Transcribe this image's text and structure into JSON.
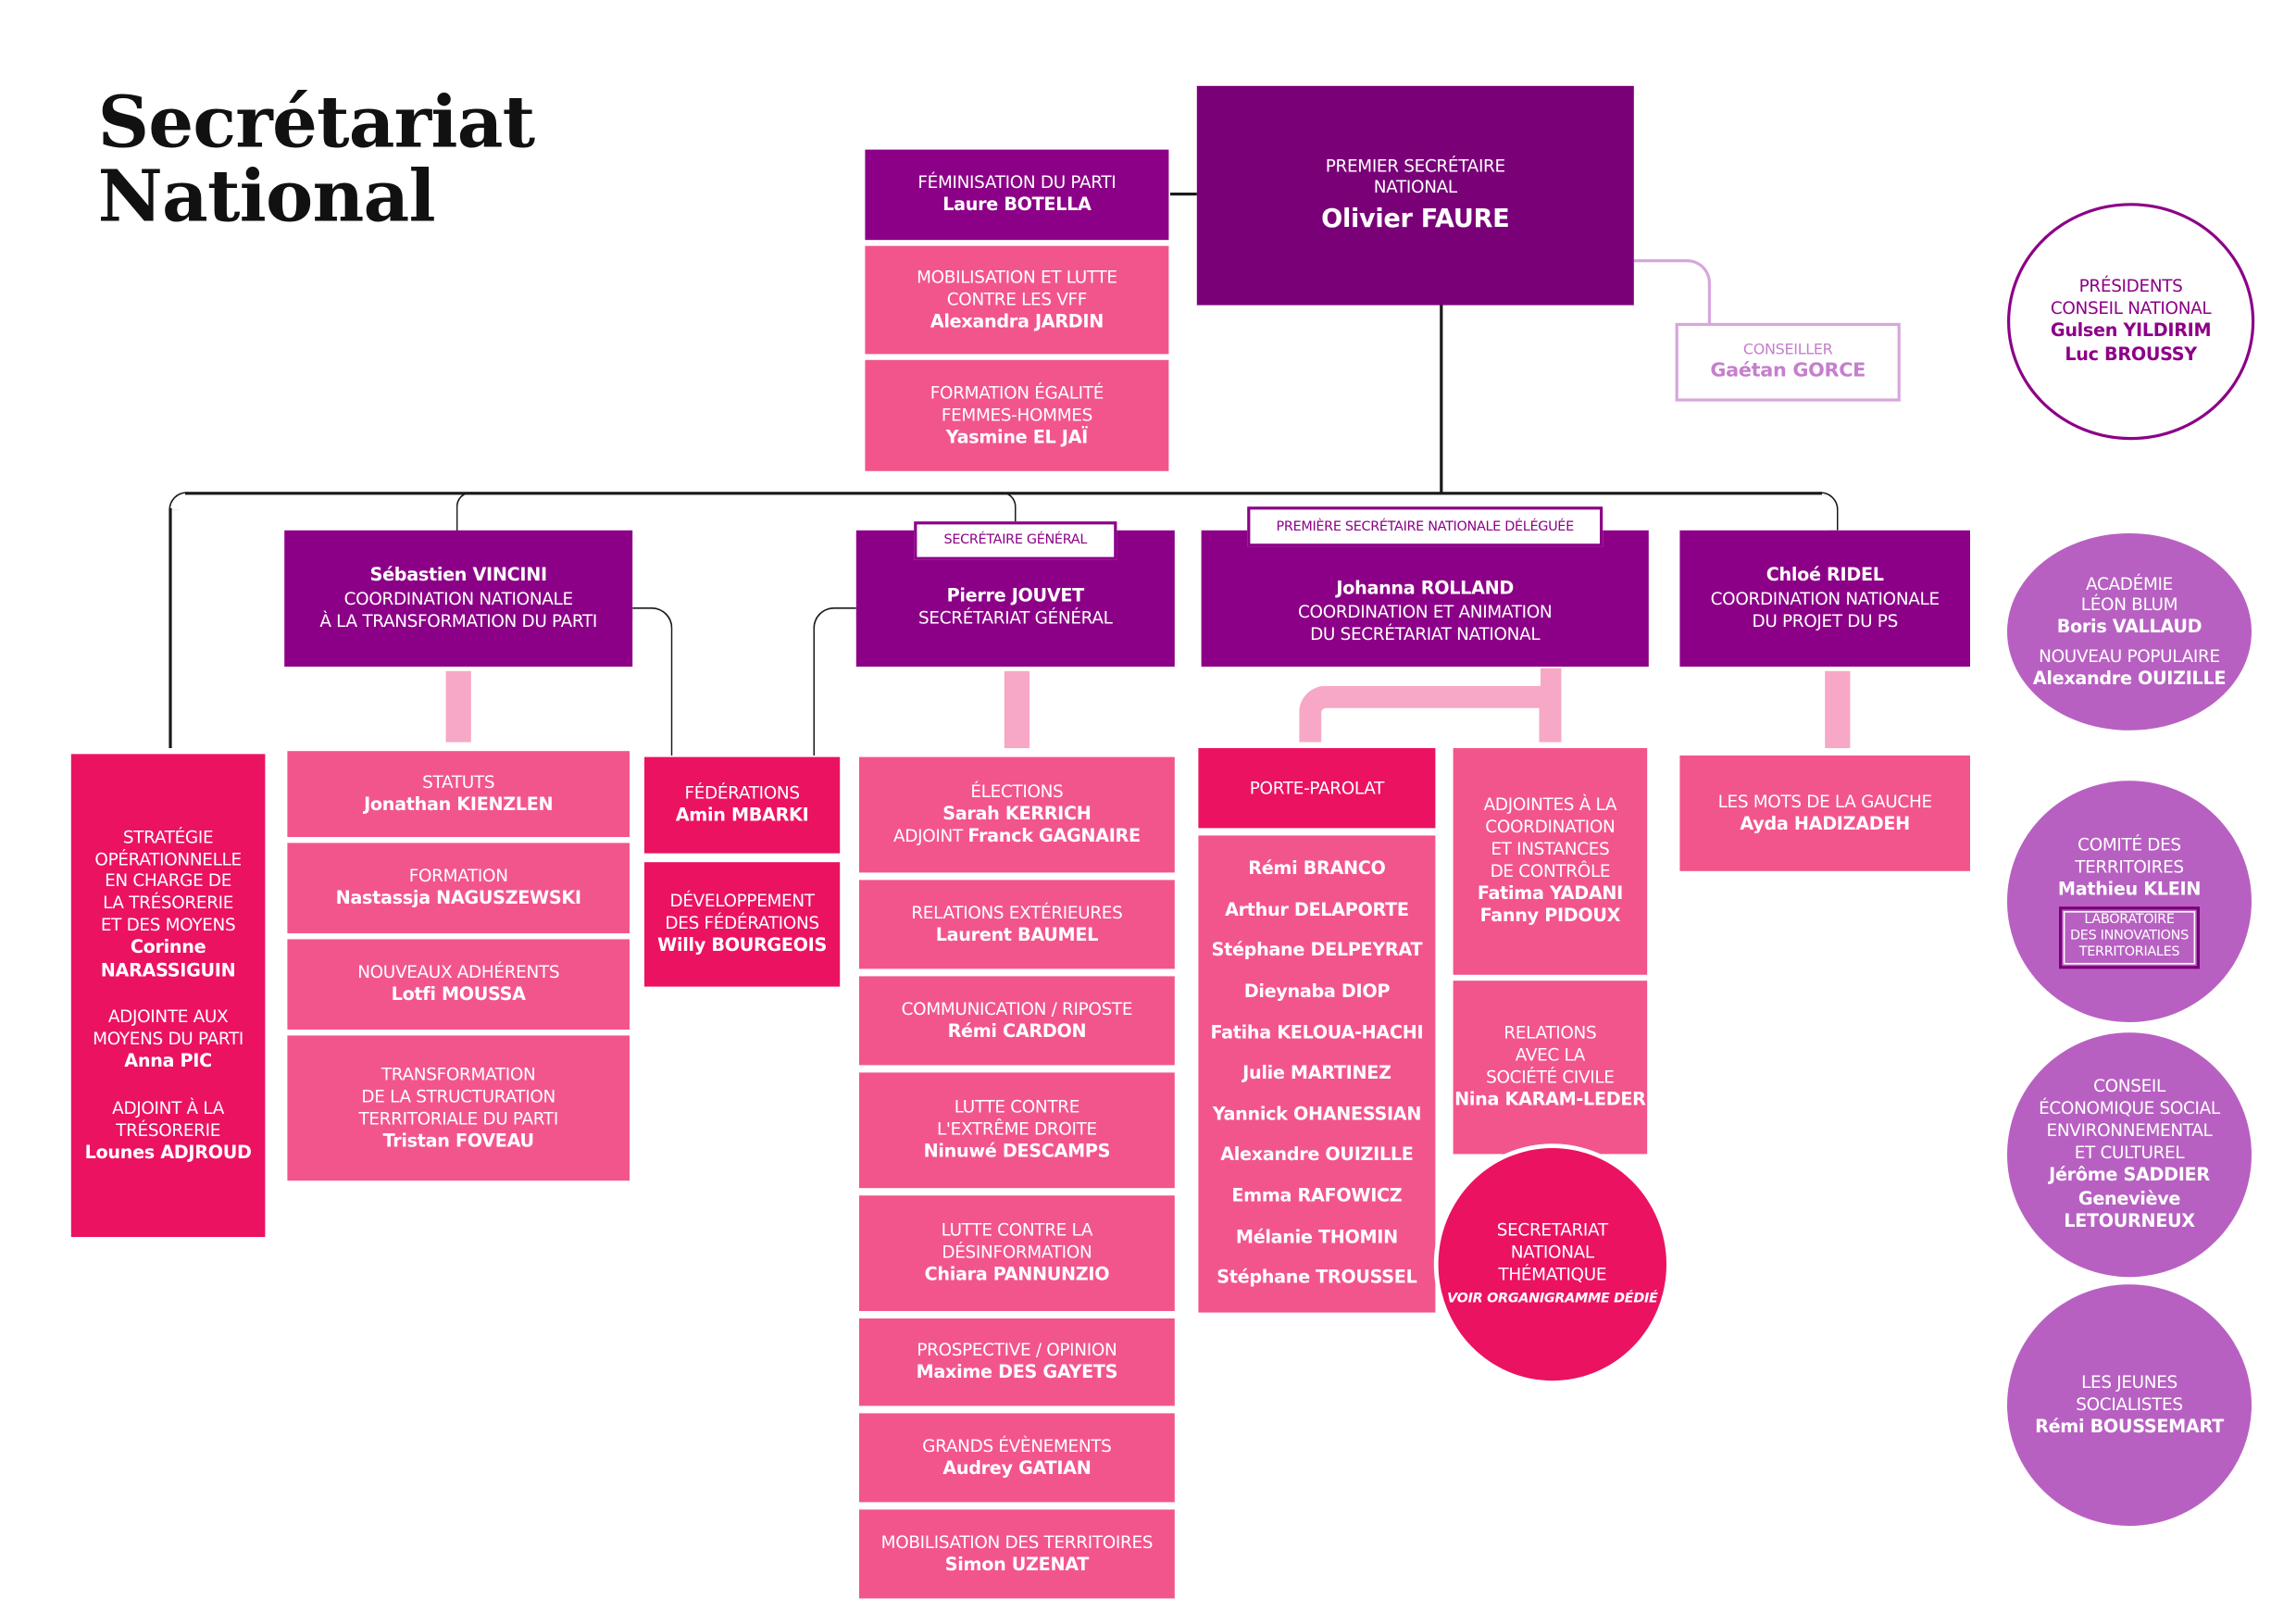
{
  "title": {
    "line1": "Secrétariat",
    "line2": "National"
  },
  "colors": {
    "dark_purple": "#7a0078",
    "purple": "#8c0087",
    "pink": "#f2558c",
    "hot_pink": "#eb1262",
    "violet": "#b860c2",
    "light_pink": "#f7a8c6"
  },
  "premier": {
    "role1": "Premier secrétaire",
    "role2": "national",
    "name": "Olivier FAURE"
  },
  "conseiller": {
    "role": "Conseiller",
    "name": "Gaétan GORCE"
  },
  "presidents": {
    "role1": "Présidents",
    "role2": "Conseil national",
    "name1": "Gulsen YILDIRIM",
    "name2": "Luc BROUSSY"
  },
  "feminisation": {
    "role": "Féminisation du parti",
    "name": "Laure BOTELLA"
  },
  "vff": {
    "role1": "Mobilisation et lutte",
    "role2": "contre les VFF",
    "name": "Alexandra JARDIN"
  },
  "egalite": {
    "role1": "Formation égalité",
    "role2": "femmes-hommes",
    "name": "Yasmine EL JAÏ"
  },
  "vincini": {
    "name": "Sébastien VINCINI",
    "role1": "Coordination nationale",
    "role2": "à la transformation du parti"
  },
  "jouvet": {
    "tag": "Secrétaire général",
    "name": "Pierre JOUVET",
    "role": "Secrétariat général"
  },
  "rolland": {
    "tag": "Première secrétaire nationale déléguée",
    "name": "Johanna ROLLAND",
    "role1": "Coordination et animation",
    "role2": "du secrétariat national"
  },
  "ridel": {
    "name": "Chloé RIDEL",
    "role1": "Coordination nationale",
    "role2": "du projet du PS"
  },
  "strategie": {
    "l1": "Stratégie",
    "l2": "opérationnelle",
    "l3": "en charge de",
    "l4": "la trésorerie",
    "l5": "et des moyens",
    "n1": "Corinne",
    "n2": "NARASSIGUIN",
    "l6": "Adjointe aux",
    "l7": "moyens du parti",
    "n3": "Anna PIC",
    "l8": "Adjoint à la",
    "l9": "trésorerie",
    "n4": "Lounes ADJROUD"
  },
  "statuts": {
    "role": "Statuts",
    "name": "Jonathan KIENZLEN"
  },
  "formation": {
    "role": "Formation",
    "name": "Nastassja NAGUSZEWSKI"
  },
  "adherents": {
    "role": "Nouveaux adhérents",
    "name": "Lotfi MOUSSA"
  },
  "transfo": {
    "r1": "Transformation",
    "r2": "de la structuration",
    "r3": "territoriale du parti",
    "name": "Tristan FOVEAU"
  },
  "federations": {
    "role": "Fédérations",
    "name": "Amin MBARKI"
  },
  "devfed": {
    "r1": "Développement",
    "r2": "des fédérations",
    "name": "Willy BOURGEOIS"
  },
  "elections": {
    "role": "Élections",
    "name": "Sarah KERRICH",
    "adj_label": "Adjoint",
    "adj_name": "Franck GAGNAIRE"
  },
  "relext": {
    "role": "Relations extérieures",
    "name": "Laurent BAUMEL"
  },
  "comm": {
    "role": "Communication / Riposte",
    "name": "Rémi CARDON"
  },
  "extreme": {
    "r1": "Lutte contre",
    "r2": "l'extrême droite",
    "name": "Ninuwé DESCAMPS"
  },
  "desinfo": {
    "r1": "Lutte contre la",
    "r2": "désinformation",
    "name": "Chiara PANNUNZIO"
  },
  "prospective": {
    "role": "Prospective / Opinion",
    "name": "Maxime DES GAYETS"
  },
  "evenements": {
    "role": "Grands évènements",
    "name": "Audrey GATIAN"
  },
  "territoires": {
    "role": "Mobilisation des territoires",
    "name": "Simon UZENAT"
  },
  "porte_parolat": {
    "title": "Porte-parolat",
    "members": [
      "Rémi BRANCO",
      "Arthur DELAPORTE",
      "Stéphane DELPEYRAT",
      "Dieynaba DIOP",
      "Fatiha KELOUA-HACHI",
      "Julie MARTINEZ",
      "Yannick OHANESSIAN",
      "Alexandre OUIZILLE",
      "Emma RAFOWICZ",
      "Mélanie THOMIN",
      "Stéphane TROUSSEL"
    ]
  },
  "adjointes": {
    "r1": "Adjointes à la",
    "r2": "coordination",
    "r3": "et instances",
    "r4": "de contrôle",
    "n1": "Fatima YADANI",
    "n2": "Fanny PIDOUX"
  },
  "societe": {
    "r1": "Relations",
    "r2": "avec la",
    "r3": "société civile",
    "name": "Nina KARAM-LEDER"
  },
  "thematique": {
    "r1": "Secretariat",
    "r2": "national",
    "r3": "thématique",
    "note": "Voir organigramme dédié"
  },
  "mots": {
    "role": "Les mots de la gauche",
    "name": "Ayda HADIZADEH"
  },
  "academie": {
    "r1": "Académie",
    "r2": "Léon Blum",
    "n1": "Boris VALLAUD",
    "r3": "Nouveau populaire",
    "n2": "Alexandre OUIZILLE"
  },
  "comite": {
    "r1": "Comité des",
    "r2": "territoires",
    "name": "Mathieu KLEIN",
    "tag1": "Laboratoire",
    "tag2": "des innovations",
    "tag3": "territoriales"
  },
  "cese": {
    "r1": "Conseil",
    "r2": "économique social",
    "r3": "environnemental",
    "r4": "et culturel",
    "n1": "Jérôme SADDIER",
    "n2": "Geneviève",
    "n3": "LETOURNEUX"
  },
  "jeunes": {
    "r1": "Les jeunes",
    "r2": "socialistes",
    "name": "Rémi BOUSSEMART"
  }
}
